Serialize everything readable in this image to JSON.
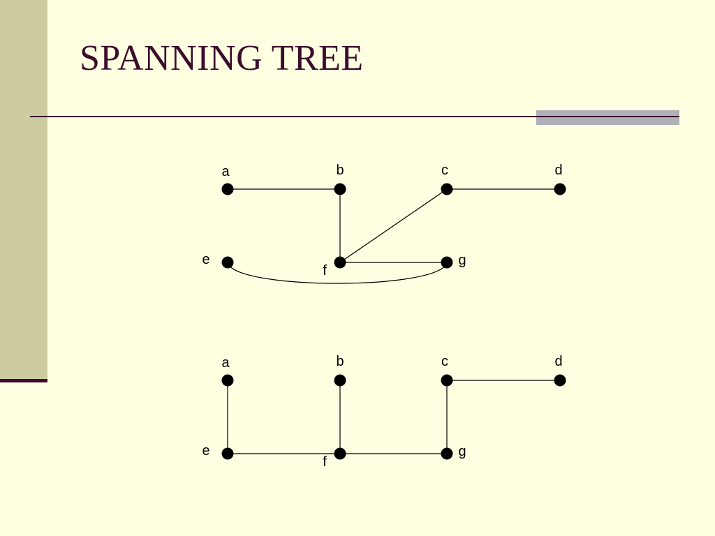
{
  "slide": {
    "title": "SPANNING TREE",
    "colors": {
      "background": "#FFFFE1",
      "title": "#3C0C2C",
      "left_band": "#CDCCA1",
      "accent_bar": "#B0B0B8"
    }
  },
  "graphs": [
    {
      "id": "original-graph",
      "vertices": [
        {
          "id": "a",
          "label": "a"
        },
        {
          "id": "b",
          "label": "b"
        },
        {
          "id": "c",
          "label": "c"
        },
        {
          "id": "d",
          "label": "d"
        },
        {
          "id": "e",
          "label": "e"
        },
        {
          "id": "f",
          "label": "f"
        },
        {
          "id": "g",
          "label": "g"
        }
      ],
      "edges": [
        {
          "from": "a",
          "to": "b"
        },
        {
          "from": "b",
          "to": "f"
        },
        {
          "from": "f",
          "to": "c"
        },
        {
          "from": "c",
          "to": "d"
        },
        {
          "from": "f",
          "to": "g"
        },
        {
          "from": "e",
          "to": "g",
          "curved": true
        }
      ]
    },
    {
      "id": "spanning-tree",
      "vertices": [
        {
          "id": "a",
          "label": "a"
        },
        {
          "id": "b",
          "label": "b"
        },
        {
          "id": "c",
          "label": "c"
        },
        {
          "id": "d",
          "label": "d"
        },
        {
          "id": "e",
          "label": "e"
        },
        {
          "id": "f",
          "label": "f"
        },
        {
          "id": "g",
          "label": "g"
        }
      ],
      "edges": [
        {
          "from": "a",
          "to": "e"
        },
        {
          "from": "b",
          "to": "f"
        },
        {
          "from": "c",
          "to": "g"
        },
        {
          "from": "c",
          "to": "d"
        },
        {
          "from": "e",
          "to": "f"
        },
        {
          "from": "f",
          "to": "g"
        }
      ]
    }
  ]
}
